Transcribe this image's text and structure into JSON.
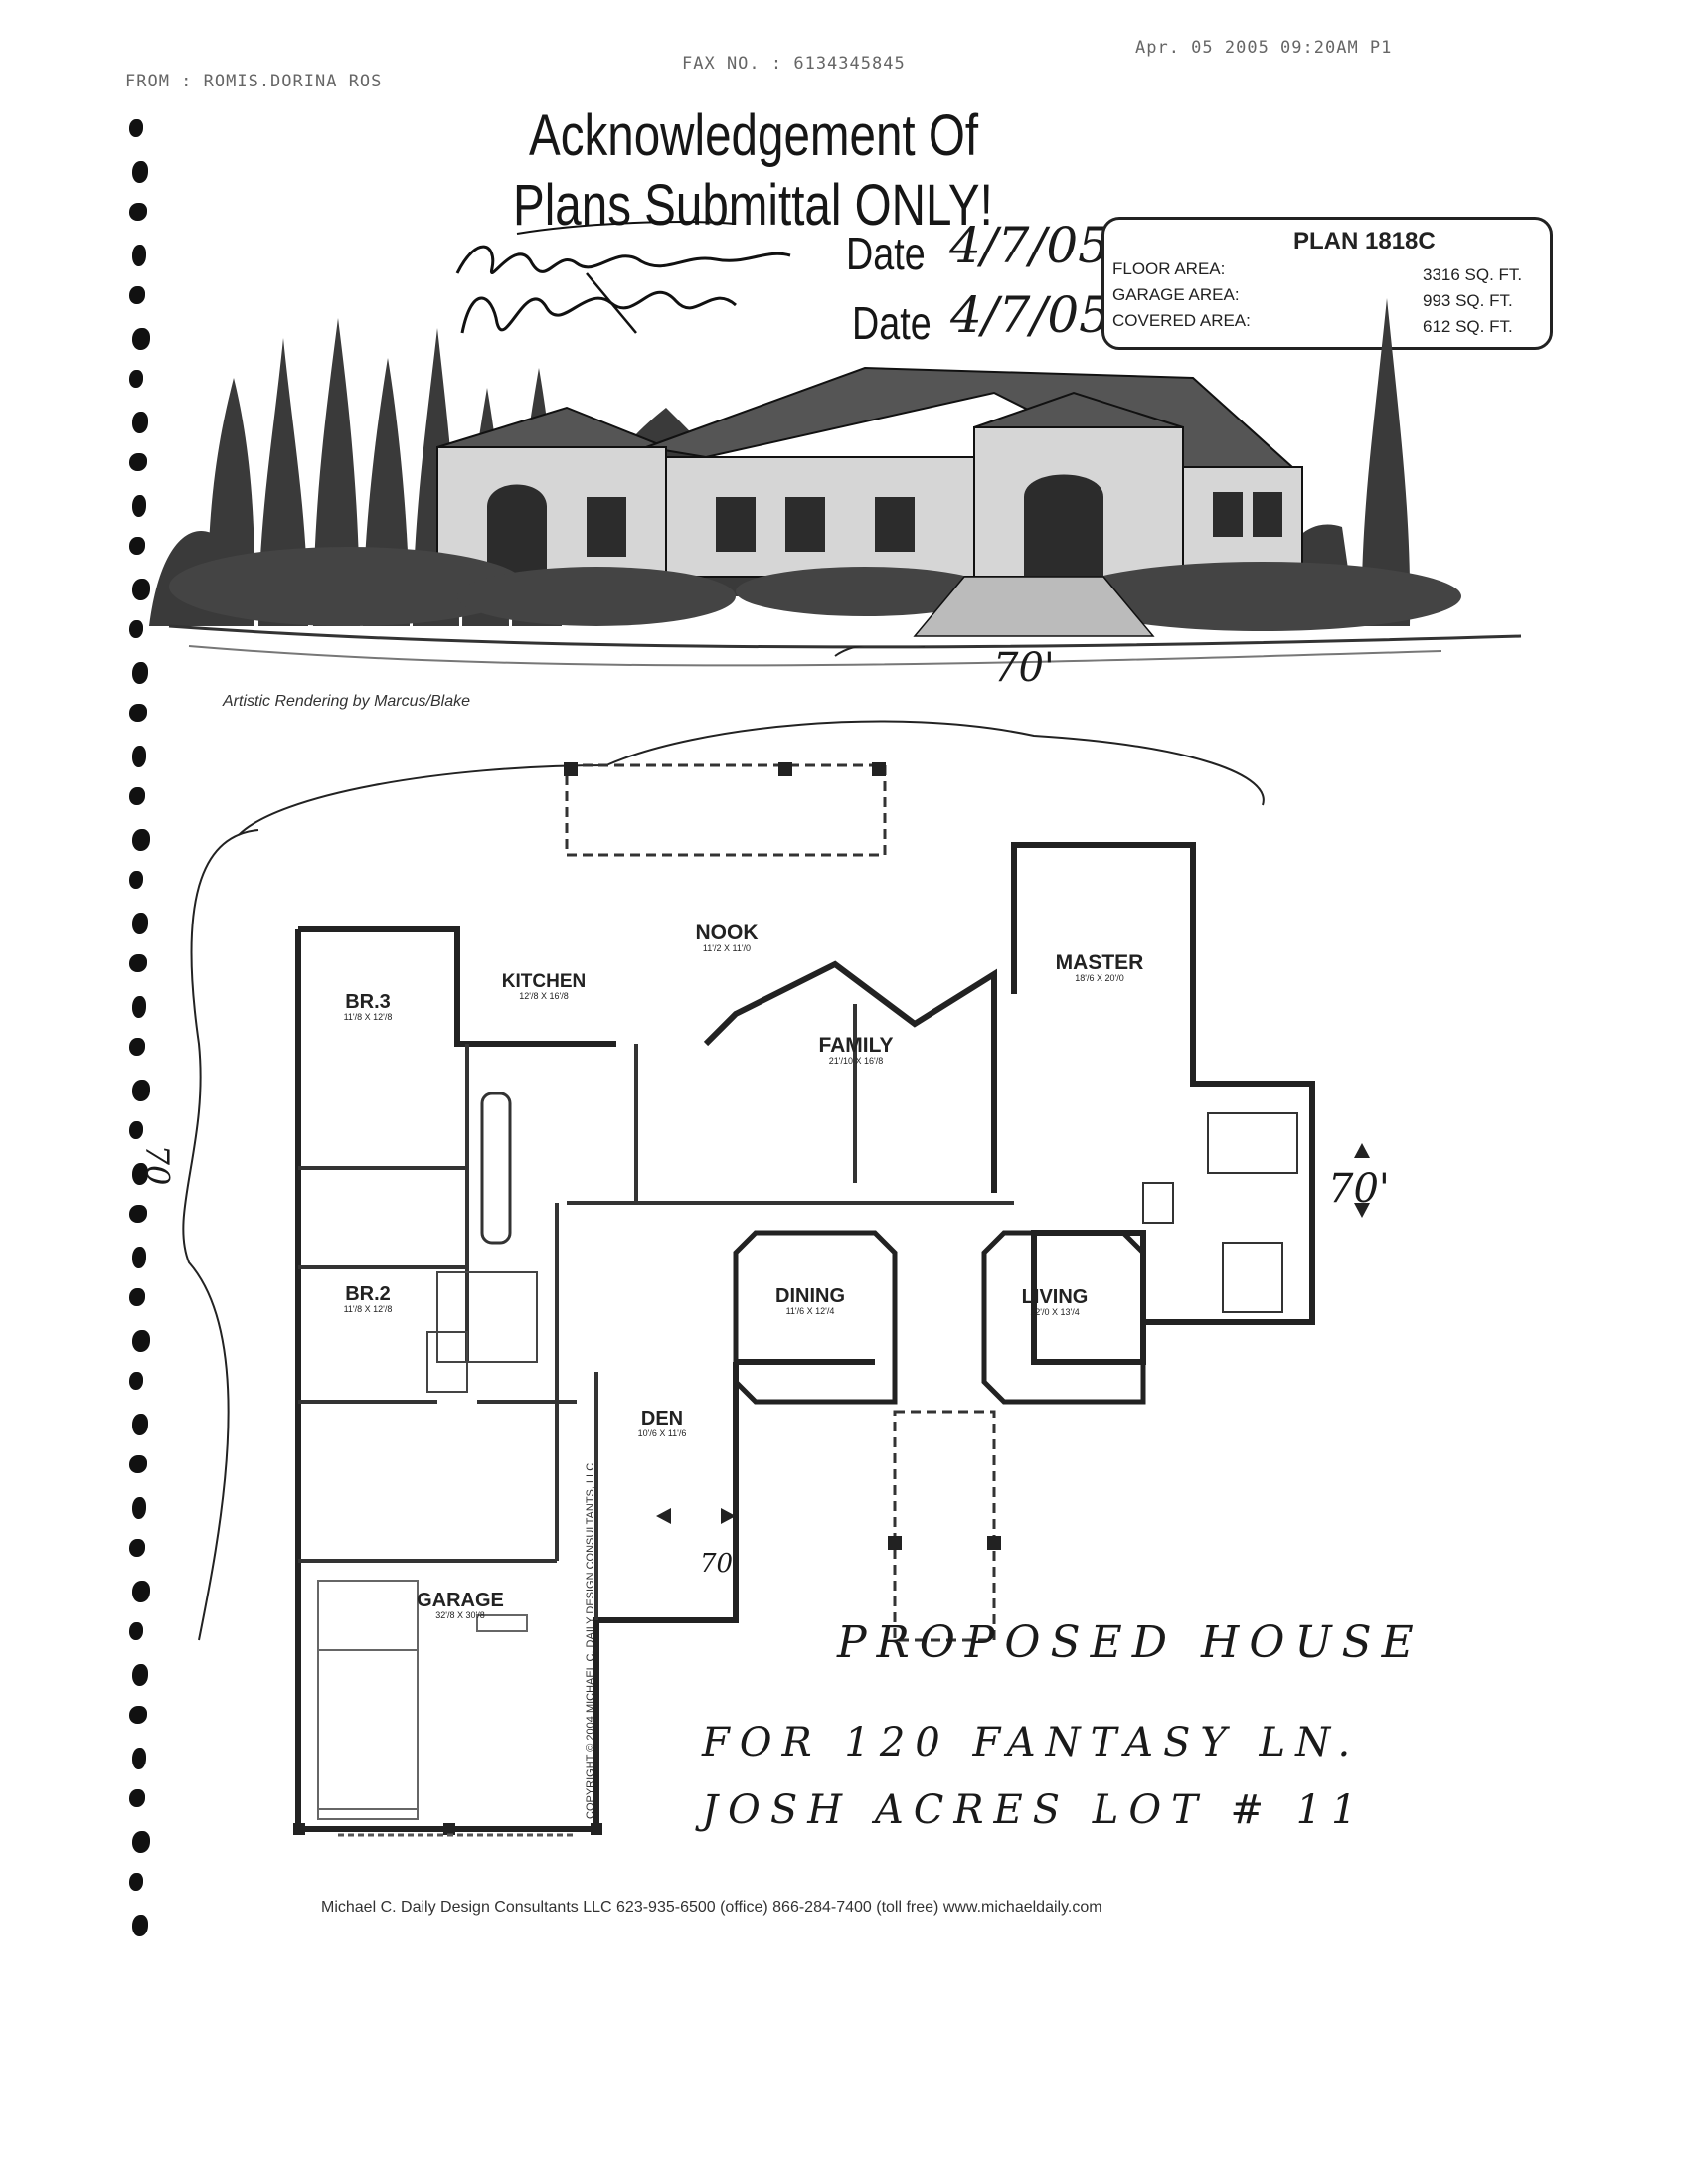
{
  "fax_header": {
    "from": "FROM : ROMIS.DORINA ROS",
    "fax_no": "FAX NO. : 6134345845",
    "date_page": "Apr. 05 2005 09:20AM P1"
  },
  "title": {
    "line1": "Acknowledgement Of",
    "line2": "Plans Submittal ONLY!"
  },
  "signatures": [
    {
      "label": "Date",
      "date": "4/7/05"
    },
    {
      "label": "Date",
      "date": "4/7/05"
    }
  ],
  "plan_box": {
    "name": "PLAN 1818C",
    "rows": [
      {
        "label": "FLOOR AREA:",
        "value": "3316 SQ. FT."
      },
      {
        "label": "GARAGE AREA:",
        "value": "993 SQ. FT."
      },
      {
        "label": "COVERED AREA:",
        "value": "612 SQ. FT."
      }
    ]
  },
  "rendering_credit": "Artistic Rendering by Marcus/Blake",
  "dimensions": {
    "top": "70'",
    "right": "70'",
    "left": "70",
    "bottom": "70"
  },
  "rooms": [
    {
      "name": "NOOK",
      "dim": "11'/2 X 11'/0"
    },
    {
      "name": "KITCHEN",
      "dim": "12'/8 X 16'/8"
    },
    {
      "name": "FAMILY",
      "dim": "21'/10 X 16'/8"
    },
    {
      "name": "MASTER",
      "dim": "18'/6 X 20'/0"
    },
    {
      "name": "BR.3",
      "dim": "11'/8 X 12'/8"
    },
    {
      "name": "BR.2",
      "dim": "11'/8 X 12'/8"
    },
    {
      "name": "DINING",
      "dim": "11'/6 X 12'/4"
    },
    {
      "name": "LIVING",
      "dim": "12'/0 X 13'/4"
    },
    {
      "name": "DEN",
      "dim": "10'/6 X 11'/6"
    },
    {
      "name": "GARAGE",
      "dim": "32'/8 X 30'/8"
    }
  ],
  "copyright": "COPYRIGHT © 2004 MICHAEL C. DAILY DESIGN CONSULTANTS, LLC",
  "handwritten_note": {
    "line1": "PROPOSED HOUSE",
    "line2": "FOR 120 FANTASY LN.",
    "line3": "JOSH ACRES LOT # 11"
  },
  "footer": "Michael C. Daily Design Consultants LLC   623-935-6500 (office)  866-284-7400 (toll free)  www.michaeldaily.com"
}
